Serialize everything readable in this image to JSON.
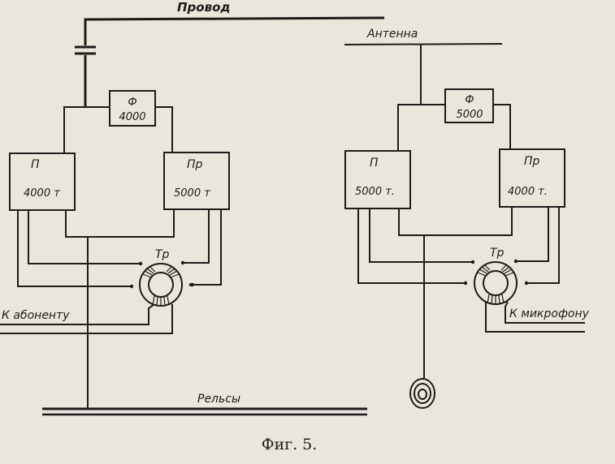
{
  "figure": {
    "caption": "Фиг. 5.",
    "labels": {
      "wire": "Провод",
      "antenna": "Антенна",
      "rails": "Рельсы",
      "to_subscriber": "К абоненту",
      "to_microphone": "К микрофону"
    },
    "left_station": {
      "filter": {
        "name": "Ф",
        "value": "4000"
      },
      "transmitter": {
        "name": "П",
        "value": "4000 т"
      },
      "receiver": {
        "name": "Пр",
        "value": "5000 т"
      },
      "transformer": {
        "name": "Тр"
      }
    },
    "right_station": {
      "filter": {
        "name": "Ф",
        "value": "5000"
      },
      "transmitter": {
        "name": "П",
        "value": "5000 т."
      },
      "receiver": {
        "name": "Пр",
        "value": "4000 т."
      },
      "transformer": {
        "name": "Тр"
      }
    }
  },
  "colors": {
    "ink": "#1e1c1a",
    "paper": "#e9e6dc"
  }
}
